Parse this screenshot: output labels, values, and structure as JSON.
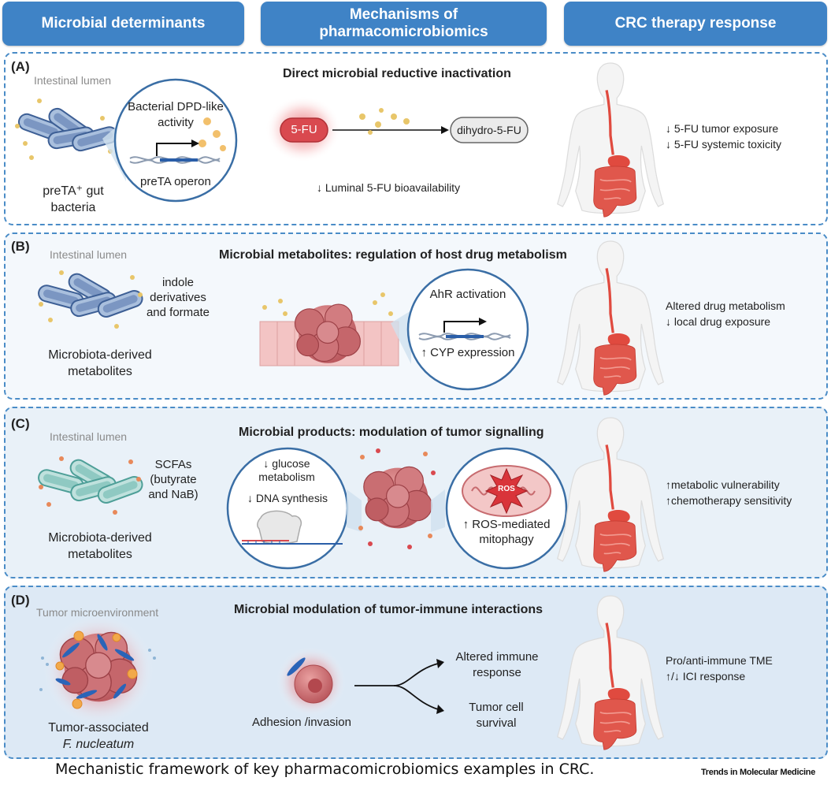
{
  "headers": {
    "col1": "Microbial determinants",
    "col2": "Mechanisms of pharmacomicrobiomics",
    "col3": "CRC therapy response"
  },
  "panelA": {
    "label": "(A)",
    "lumen": "Intestinal lumen",
    "title": "Direct microbial reductive inactivation",
    "circle_text": "Bacterial DPD-like activity",
    "operon": "preTA operon",
    "bacteria": "preTA⁺ gut bacteria",
    "drug": "5-FU",
    "product": "dihydro-5-FU",
    "bioavailability": "↓ Luminal 5-FU bioavailability",
    "response1": "↓ 5-FU tumor exposure",
    "response2": "↓ 5-FU systemic toxicity"
  },
  "panelB": {
    "label": "(B)",
    "lumen": "Intestinal lumen",
    "title": "Microbial metabolites: regulation of host drug metabolism",
    "metabolite_text": "indole derivatives and formate",
    "source": "Microbiota-derived metabolites",
    "circle_top": "AhR activation",
    "circle_bottom": "↑ CYP expression",
    "response1": "Altered drug metabolism",
    "response2": "↓ local drug exposure"
  },
  "panelC": {
    "label": "(C)",
    "lumen": "Intestinal lumen",
    "title": "Microbial products: modulation of tumor signalling",
    "scfa": "SCFAs (butyrate and NaB)",
    "source": "Microbiota-derived metabolites",
    "left_circle1": "↓ glucose metabolism",
    "left_circle2": "↓ DNA synthesis",
    "ros": "ROS",
    "right_circle": "↑ ROS-mediated mitophagy",
    "response1": "↑metabolic vulnerability",
    "response2": "↑chemotherapy sensitivity"
  },
  "panelD": {
    "label": "(D)",
    "lumen": "Tumor microenvironment",
    "title": "Microbial modulation of tumor-immune interactions",
    "source1": "Tumor-associated",
    "source2": "F. nucleatum",
    "adhesion": "Adhesion /invasion",
    "out1": "Altered immune response",
    "out2": "Tumor cell survival",
    "response1": "Pro/anti-immune TME",
    "response2": "↑/↓ ICI response"
  },
  "caption": "Mechanistic framework of key pharmacomicrobiomics examples in CRC.",
  "journal": "Trends in Molecular Medicine",
  "colors": {
    "header": "#3f83c6",
    "border": "#4a8cc7",
    "tumor": "#c9585d",
    "gut": "#e04a3f"
  }
}
